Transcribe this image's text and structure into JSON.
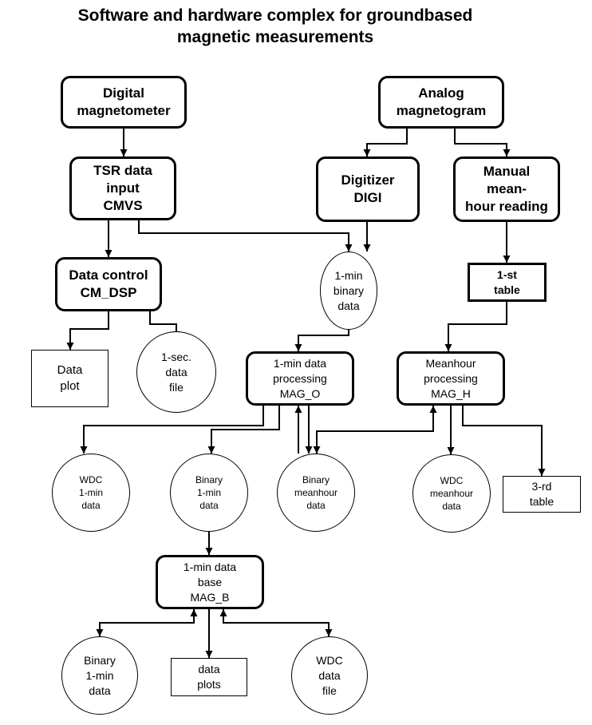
{
  "title": {
    "line1": "Software and hardware complex  for groundbased",
    "line2": "magnetic measurements"
  },
  "nodes": {
    "digital_magnetometer": [
      "Digital",
      "magnetometer"
    ],
    "analog_magnetogram": [
      "Analog",
      "magnetogram"
    ],
    "tsr_data_input": [
      "TSR data",
      "input",
      "CMVS"
    ],
    "digitizer": [
      "Digitizer",
      "DIGI"
    ],
    "manual_reading": [
      "Manual",
      "mean-",
      "hour reading"
    ],
    "data_control": [
      "Data control",
      "CM_DSP"
    ],
    "binary_data_1min": [
      "1-min",
      "binary",
      "data"
    ],
    "first_table": [
      "1-st",
      "table"
    ],
    "data_plot": [
      "Data",
      "plot"
    ],
    "sec_data_file": [
      "1-sec.",
      "data",
      "file"
    ],
    "min_processing": [
      "1-min data",
      "processing",
      "MAG_O"
    ],
    "meanhour_processing": [
      "Meanhour",
      "processing",
      "MAG_H"
    ],
    "wdc_1min": [
      "WDC",
      "1-min",
      "data"
    ],
    "binary_1min_a": [
      "Binary",
      "1-min",
      "data"
    ],
    "binary_meanhour": [
      "Binary",
      "meanhour",
      "data"
    ],
    "wdc_meanhour": [
      "WDC",
      "meanhour",
      "data"
    ],
    "third_table": [
      "3-rd",
      "table"
    ],
    "min_database": [
      "1-min data",
      "base",
      "MAG_B"
    ],
    "binary_1min_b": [
      "Binary",
      "1-min",
      "data"
    ],
    "data_plots": [
      "data",
      "plots"
    ],
    "wdc_data_file": [
      "WDC",
      "data",
      "file"
    ]
  }
}
